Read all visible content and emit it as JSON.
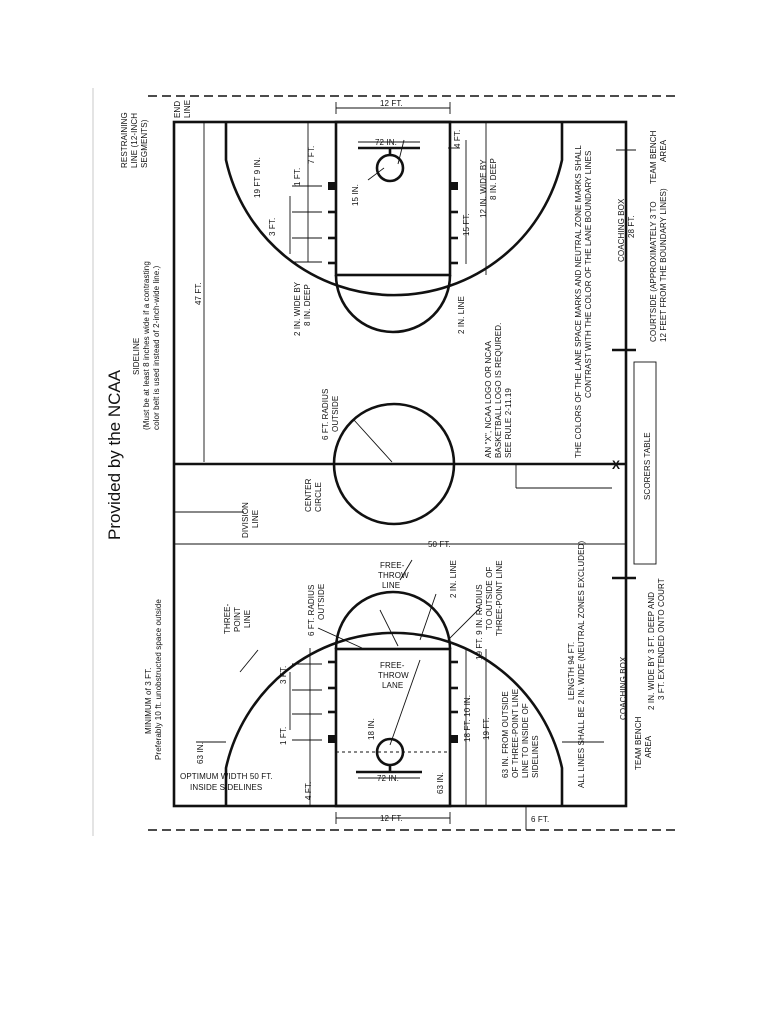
{
  "title": "Provided by the NCAA",
  "labels": {
    "restraining_1": "RESTRAINING",
    "restraining_2": "LINE (12-INCH",
    "restraining_3": "SEGMENTS)",
    "end_line_1": "END",
    "end_line_2": "LINE",
    "sideline_1": "SIDELINE",
    "sideline_2": "(Must be at least 8 inches wide if a contrasting",
    "sideline_3": "color belt is used instead of 2-inch-wide line.)",
    "ft47": "47 FT.",
    "ft50": "50 FT.",
    "ft12_top": "12 FT.",
    "ft12_bottom": "12 FT.",
    "in72_top": "72 IN.",
    "in72_bottom": "72 IN.",
    "ft4_top": "4 FT.",
    "ft7": "7 FT.",
    "ft19_9": "19 FT 9 IN.",
    "ft1_top": "1 FT.",
    "in15": "15 IN.",
    "ft3_top": "3 FT.",
    "mark_top_1": "12 IN. WIDE BY",
    "mark_top_2": "8 IN. DEEP",
    "ft15": "15 FT.",
    "mark_left_1": "2 IN. WIDE BY",
    "mark_left_2": "8 IN. DEEP",
    "in2_line_top": "2 IN. LINE",
    "logo_1": "AN \"X\", NCAA LOGO OR NCAA",
    "logo_2": "BASKETBALL LOGO IS REQUIRED.",
    "logo_3": "SEE RULE 2-11.19",
    "colors_1": "THE COLORS OF THE LANE SPACE MARKS AND NEUTRAL ZONE MARKS SHALL",
    "colors_2": "CONTRAST WITH THE COLOR OF THE LANE BOUNDARY LINES",
    "coaching_box_top_1": "COACHING BOX",
    "coaching_box_top_2": "28 FT.",
    "courtside_1": "COURTSIDE (APPROXIMATELY 3 TO",
    "courtside_2": "12 FEET FROM THE BOUNDARY LINES)",
    "team_bench_top_1": "TEAM BENCH",
    "team_bench_top_2": "AREA",
    "ft6_radius_center_1": "6 FT. RADIUS",
    "ft6_radius_center_2": "OUTSIDE",
    "center_circle_1": "CENTER",
    "center_circle_2": "CIRCLE",
    "division_line_1": "DIVISION",
    "division_line_2": "LINE",
    "x_mark": "X",
    "scorers_table": "SCORERS TABLE",
    "three_point_1": "THREE-",
    "three_point_2": "POINT",
    "three_point_3": "LINE",
    "ft6_radius_bottom_1": "6 FT. RADIUS",
    "ft6_radius_bottom_2": "OUTSIDE",
    "free_throw_line_1": "FREE-",
    "free_throw_line_2": "THROW",
    "free_throw_line_3": "LINE",
    "in2_line_bottom": "2 IN. LINE",
    "radius_19_1": "19 FT. 9 IN. RADIUS",
    "radius_19_2": "TO OUTSIDE OF",
    "radius_19_3": "THREE-POINT LINE",
    "minimum_1": "MINIMUM of 3 FT.",
    "minimum_2": "Preferably 10 ft. unobstructed space outside",
    "ft3_bottom": "3 FT.",
    "free_throw_lane_1": "FREE-",
    "free_throw_lane_2": "THROW",
    "free_throw_lane_3": "LANE",
    "in18": "18 IN.",
    "ft1_bottom": "1 FT.",
    "in63_left": "63 IN.",
    "optimum_1": "OPTIMUM WIDTH 50 FT.",
    "optimum_2": "INSIDE SIDELINES",
    "ft4_bottom": "4 FT.",
    "in63_right": "63 IN.",
    "ft18_10": "18 FT. 10 IN.",
    "ft19_bottom": "19 FT.",
    "in63_outside_1": "63 IN. FROM OUTSIDE",
    "in63_outside_2": "OF THREE-POINT LINE",
    "in63_outside_3": "LINE TO INSIDE OF",
    "in63_outside_4": "SIDELINES",
    "length_1": "LENGTH 94 FT.",
    "length_2": "ALL LINES SHALL BE 2 IN. WIDE (NEUTRAL ZONES EXCLUDED)",
    "coaching_box_bottom_1": "COACHING BOX",
    "coaching_box_bottom_2": "2 IN. WIDE BY 3 FT. DEEP AND",
    "coaching_box_bottom_3": "3 FT. EXTENDED ONTO COURT",
    "team_bench_bottom_1": "TEAM BENCH",
    "team_bench_bottom_2": "AREA",
    "ft6_bottom": "6 FT."
  }
}
